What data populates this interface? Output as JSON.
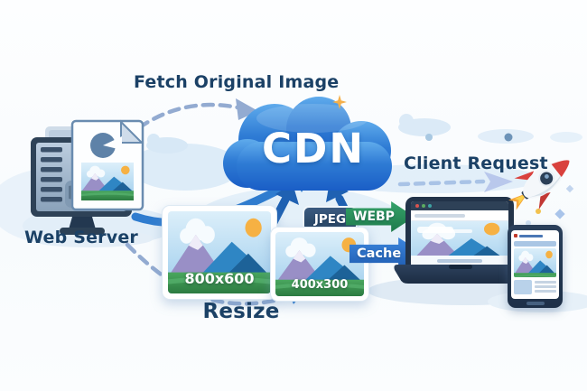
{
  "labels": {
    "fetch_original_image": "Fetch Original Image",
    "client_request": "Client Request",
    "resize": "Resize",
    "web_server": "Web Server",
    "cdn": "CDN"
  },
  "images": {
    "original": {
      "size_label": "800x600"
    },
    "resized": {
      "size_label": "400x300"
    }
  },
  "badges": {
    "jpeg": "JPEG",
    "webp": "WEBP",
    "cache": "Cache"
  },
  "colors": {
    "label_text": "#1b4166",
    "cloud_blue": "#2e7bd4",
    "solid_arrow": "#2f7ccf",
    "dashed_arrow": "#93abd1",
    "badge_jpeg_bg": "#2c4b6e",
    "badge_webp_bg": "#2a9160",
    "badge_cache_bg": "#2a6cc0",
    "device_frame": "#24364e",
    "sun": "#f6b143"
  },
  "icons": {
    "cdn_cloud": "cdn-cloud-icon",
    "web_server": "web-server-icon",
    "rocket": "rocket-icon",
    "laptop": "laptop-device",
    "phone": "phone-device"
  }
}
